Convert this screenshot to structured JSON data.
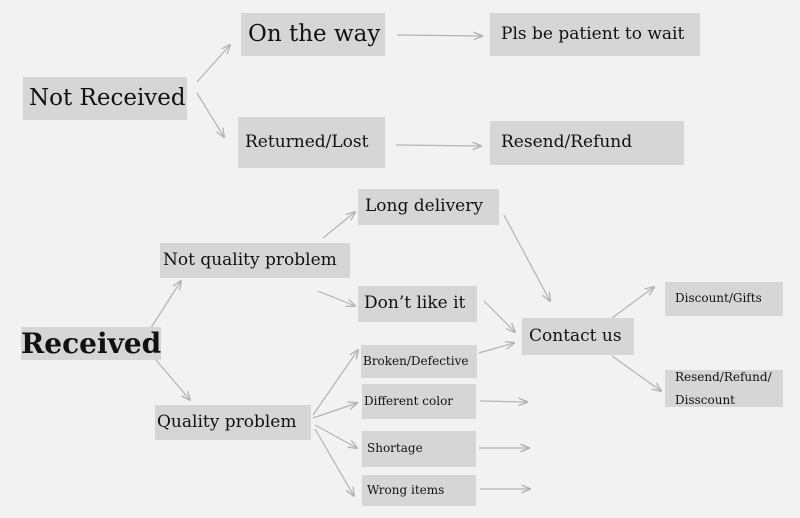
{
  "diagram": {
    "not_received": "Not Received",
    "on_the_way": "On the way",
    "pls_wait": "Pls be patient to wait",
    "returned_lost": "Returned/Lost",
    "resend_refund": "Resend/Refund",
    "received": "Received",
    "not_quality_problem": "Not quality problem",
    "long_delivery": "Long delivery",
    "dont_like_it": "Don’t like it",
    "quality_problem": "Quality problem",
    "broken_defective": "Broken/Defective",
    "different_color": "Different color",
    "shortage": "Shortage",
    "wrong_items": "Wrong items",
    "contact_us": "Contact us",
    "discount_gifts": "Discount/Gifts",
    "resend_refund_discount_line1": "Resend/Refund/",
    "resend_refund_discount_line2": "Disscount"
  },
  "colors": {
    "box_fill": "#d6d6d6",
    "background": "#f2f2f2",
    "arrow": "#b3b3b3",
    "text": "#111111"
  }
}
